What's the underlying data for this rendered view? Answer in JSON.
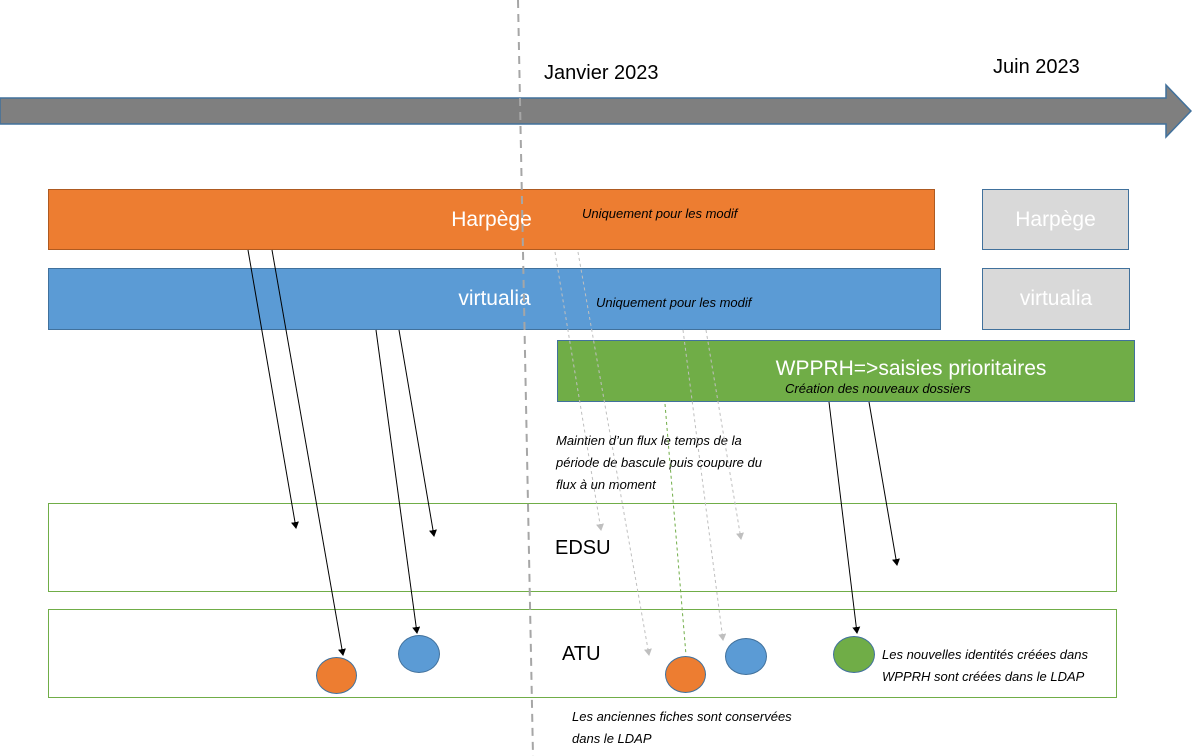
{
  "timeline": {
    "label_jan": "Janvier 2023",
    "label_jun": "Juin 2023"
  },
  "bars": {
    "harpege": {
      "label": "Harpège",
      "note": "Uniquement pour les modif"
    },
    "virtualia": {
      "label": "virtualia",
      "note": "Uniquement pour les modif"
    },
    "harpege_after": {
      "label": "Harpège"
    },
    "virtualia_after": {
      "label": "virtualia"
    },
    "wpprh": {
      "label": "WPPRH=>saisies prioritaires",
      "note": "Création des nouveaux dossiers"
    }
  },
  "notes": {
    "flux": [
      "Maintien d’un flux le temps de la",
      "période de bascule puis coupure du",
      "flux à un moment"
    ],
    "new_identities": [
      "Les nouvelles identités créées dans",
      "WPPRH sont créées dans le LDAP"
    ],
    "old_records": [
      "Les anciennes fiches sont conservées",
      "dans le LDAP"
    ]
  },
  "targets": {
    "edsu": "EDSU",
    "atu": "ATU"
  },
  "colors": {
    "orange": "#ed7d31",
    "blue": "#5b9bd5",
    "green": "#70ad47",
    "gray_box": "#d9d9d9",
    "timeline_arrow": "#7f7f7f"
  }
}
